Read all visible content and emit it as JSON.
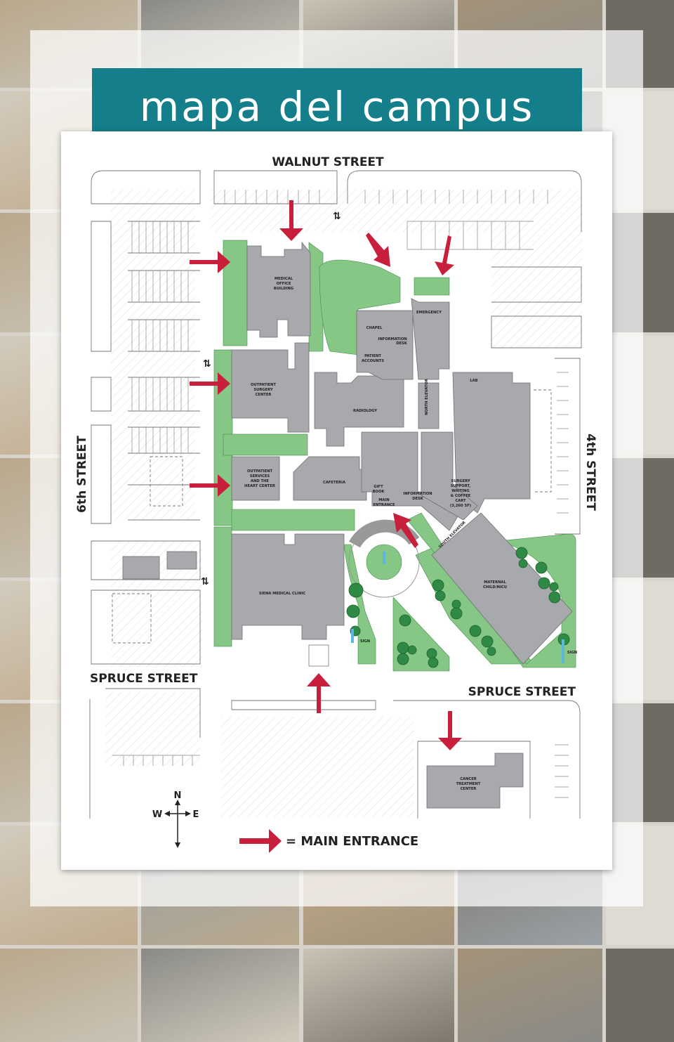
{
  "header": {
    "title": "mapa del campus"
  },
  "streets": {
    "north": "WALNUT STREET",
    "west": "6th STREET",
    "east": "4th STREET",
    "south_left": "SPRUCE STREET",
    "south_right": "SPRUCE STREET"
  },
  "buildings": {
    "medical_office": [
      "MEDICAL",
      "OFFICE",
      "BUILDING"
    ],
    "outpatient_surgery": [
      "OUTPATIENT",
      "SURGERY",
      "CENTER"
    ],
    "outpatient_services": [
      "OUTPATIENT",
      "SERVICES",
      "AND THE",
      "HEART CENTER"
    ],
    "cafeteria": "CAFETERIA",
    "radiology": "RADIOLOGY",
    "chapel": "CHAPEL",
    "info_desk_north": [
      "INFORMATION",
      "DESK"
    ],
    "patient_accounts": [
      "PATIENT",
      "ACCOUNTS"
    ],
    "emergency": "EMERGENCY",
    "north_elevator": "NORTH ELEVATOR",
    "lab": "LAB",
    "gift_book": [
      "GIFT",
      "BOOK"
    ],
    "main_entrance": [
      "MAIN",
      "ENTRANCE"
    ],
    "info_desk_south": [
      "INFORMATION",
      "DESK"
    ],
    "surgery_support": [
      "SURGERY",
      "SUPPORT,",
      "WAITING",
      "& COFFEE",
      "CART",
      "(3,260 SF)"
    ],
    "south_elevator": "SOUTH ELEVATOR",
    "maternal_child": [
      "MATERNAL",
      "CHILD/NICU"
    ],
    "siena_clinic": "SIENA MEDICAL CLINIC",
    "cancer_center": [
      "CANCER",
      "TREATMENT",
      "CENTER"
    ],
    "sign_left": "SIGN",
    "sign_right": "SIGN"
  },
  "compass": {
    "n": "N",
    "w": "W",
    "e": "E"
  },
  "legend": {
    "label": "= MAIN ENTRANCE"
  },
  "colors": {
    "accent": "#147e8a",
    "arrow": "#c8203c",
    "green": "#86c785",
    "building": "#a8a9ac"
  }
}
